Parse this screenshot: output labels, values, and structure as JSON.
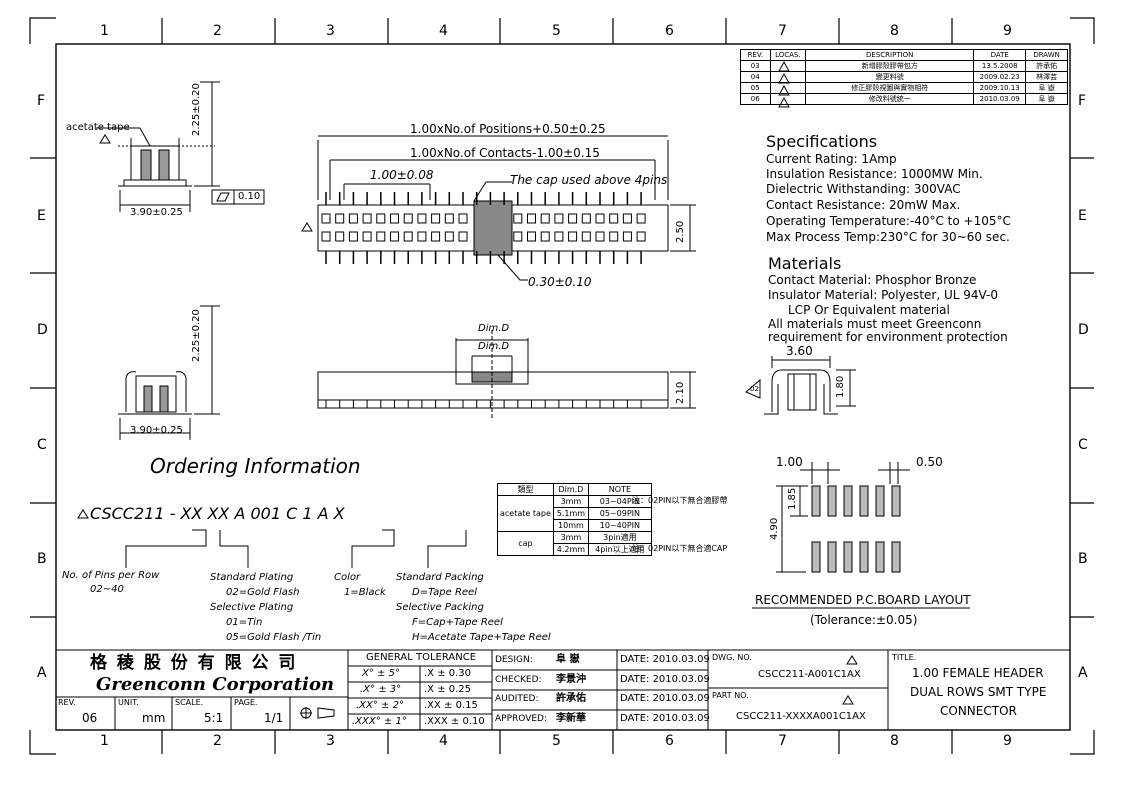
{
  "grid": {
    "columns": [
      "1",
      "2",
      "3",
      "4",
      "5",
      "6",
      "7",
      "8",
      "9"
    ],
    "rows": [
      "F",
      "E",
      "D",
      "C",
      "B",
      "A"
    ]
  },
  "revisions": {
    "headers": [
      "REV.",
      "LOCAS.",
      "DESCRIPTION",
      "DATE",
      "DRAWN"
    ],
    "rows": [
      {
        "rev": "03",
        "desc": "新增膠殼膠帶包方",
        "date": "13.5.2008",
        "drawn": "許承佑"
      },
      {
        "rev": "04",
        "desc": "變更料號",
        "date": "2009.02.23",
        "drawn": "林澤芸"
      },
      {
        "rev": "05",
        "desc": "修正膠殼視圖與實物相符",
        "date": "2009.10.13",
        "drawn": "阜 嶽"
      },
      {
        "rev": "06",
        "desc": "修改料號統一",
        "date": "2010.03.09",
        "drawn": "阜 嶽"
      }
    ]
  },
  "specs": {
    "title": "Specifications",
    "lines": [
      "Current Rating:   1Amp",
      "Insulation Resistance:   1000MW Min.",
      "Dielectric Withstanding: 300VAC",
      "Contact Resistance:   20mW Max.",
      "Operating Temperature:-40°C to +105°C",
      "Max Process Temp:230°C for 30~60 sec."
    ]
  },
  "materials": {
    "title": "Materials",
    "lines": [
      "Contact Material: Phosphor Bronze",
      "Insulator Material: Polyester, UL 94V-0",
      "LCP   Or   Equivalent material",
      "All materials must meet Greenconn",
      "requirement for environment protection"
    ]
  },
  "dims": {
    "acetate_tape": "acetate tape",
    "h_225": "2.25±0.20",
    "w_390": "3.90±0.25",
    "flat": "0.10",
    "positions": "1.00xNo.of Positions+0.50±0.25",
    "contacts": "1.00xNo.of Contacts-1.00±0.15",
    "pitch": "1.00±0.08",
    "cap_note": "The cap used above 4pins",
    "w_250": "2.50",
    "pin_w": "0.30±0.10",
    "dim_d": "Dim.D",
    "h_210": "2.10",
    "w_360": "3.60",
    "h_180": "1.80",
    "tri_02": "02",
    "pad_100": "1.00",
    "pad_050": "0.50",
    "pad_185": "1.85",
    "pad_490": "4.90",
    "pcb_title": "RECOMMENDED P.C.BOARD LAYOUT",
    "tolerance": "(Tolerance:±0.05)"
  },
  "ordering": {
    "title": "Ordering Information",
    "code": "CSCC211 - XX  XX   A  001  C  1    A  X",
    "pins_label": "No. of Pins per Row",
    "pins_value": "02~40",
    "plating_label": "Standard Plating",
    "plating_1": "02=Gold Flash",
    "selective_plating": "Selective Plating",
    "plating_2": "01=Tin",
    "plating_3": "05=Gold Flash /Tin",
    "color_label": "Color",
    "color_value": "1=Black",
    "packing_label": "Standard Packing",
    "packing_1": "D=Tape Reel",
    "selective_packing": "Selective Packing",
    "packing_2": "F=Cap+Tape Reel",
    "packing_3": "H=Acetate Tape+Tape Reel"
  },
  "note_table": {
    "h_type": "類型",
    "h_dimd": "Dim.D",
    "h_note": "NOTE",
    "acetate": "acetate tape",
    "cap": "cap",
    "rows": [
      {
        "d": "3mm",
        "n": "03~04PIN"
      },
      {
        "d": "5.1mm",
        "n": "05~09PIN"
      },
      {
        "d": "10mm",
        "n": "10~40PIN"
      },
      {
        "d": "3mm",
        "n": "3pin適用"
      },
      {
        "d": "4.2mm",
        "n": "4pin以上適用"
      }
    ],
    "note1": "注：02PIN以下無合適膠帶",
    "note2": "注：02PIN以下無合適CAP"
  },
  "title_block": {
    "company_cn": "格 稜 股 份 有 限 公 司",
    "company_en": "Greenconn Corporation",
    "rev_label": "REV.",
    "rev_value": "06",
    "unit_label": "UNIT.",
    "unit_value": "mm",
    "scale_label": "SCALE.",
    "scale_value": "5:1",
    "page_label": "PAGE.",
    "page_value": "1/1",
    "tol_title": "GENERAL  TOLERANCE",
    "tol_rows": [
      {
        "a": "X° ± 5°",
        "b": ".X    ±  0.30"
      },
      {
        "a": ".X° ± 3°",
        "b": ".X    ±  0.25"
      },
      {
        "a": ".XX° ± 2°",
        "b": ".XX   ±  0.15"
      },
      {
        "a": ".XXX° ± 1°",
        "b": ".XXX  ±  0.10"
      }
    ],
    "roles": [
      {
        "label": "DESIGN:",
        "name": "阜 嶽",
        "date": "DATE: 2010.03.09"
      },
      {
        "label": "CHECKED:",
        "name": "李景沖",
        "date": "DATE: 2010.03.09"
      },
      {
        "label": "AUDITED:",
        "name": "許承佑",
        "date": "DATE: 2010.03.09"
      },
      {
        "label": "APPROVED:",
        "name": "李新華",
        "date": "DATE: 2010.03.09"
      }
    ],
    "dwg_label": "DWG. NO.",
    "dwg_value": "CSCC211-A001C1AX",
    "part_label": "PART NO.",
    "part_value": "CSCC211-XXXXA001C1AX",
    "title_label": "TITLE.",
    "title_lines": [
      "1.00 FEMALE HEADER",
      "DUAL ROWS SMT TYPE",
      "CONNECTOR"
    ]
  }
}
